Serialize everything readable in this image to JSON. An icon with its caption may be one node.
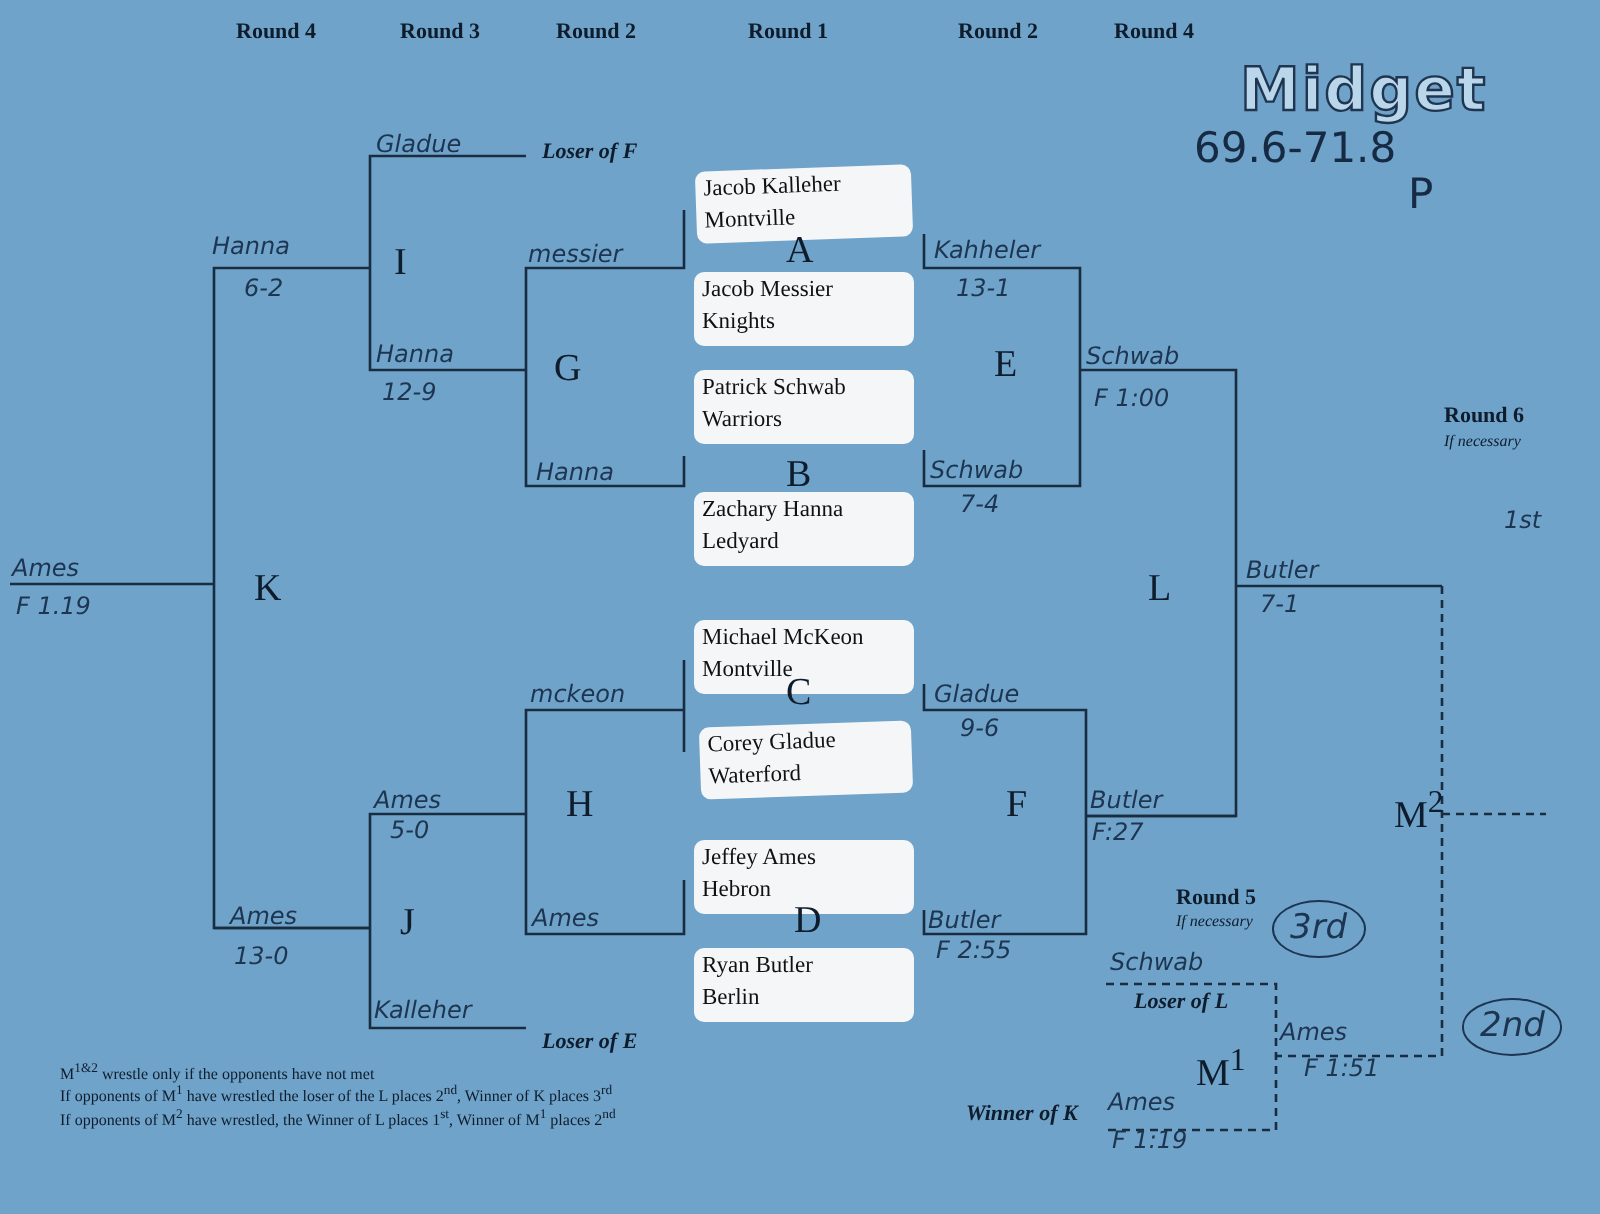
{
  "diagram": {
    "title": "Midget",
    "nodes": [
      {
        "text": [
          "Jacob Kalleher",
          "Montville"
        ]
      },
      {
        "text": [
          "Jacob Messier",
          "Knights"
        ]
      },
      {
        "text": [
          "Patrick Schwab",
          "Warriors"
        ]
      },
      {
        "text": [
          "Zachary Hanna",
          "Ledyard"
        ]
      },
      {
        "text": [
          "Michael McKeon",
          "Montville"
        ]
      },
      {
        "text": [
          "Corey Gladue",
          "Waterford"
        ]
      },
      {
        "text": [
          "Jeffey Ames",
          "Hebron"
        ]
      },
      {
        "text": [
          "Ryan Butler",
          "Berlin"
        ]
      }
    ],
    "labels": [
      "Round 4",
      "Round 3",
      "Round 2",
      "Round 1",
      "Round 2",
      "Round 4",
      "69.6-71.8",
      "P",
      "Gladue",
      "Loser of F",
      "Hanna",
      "6-2",
      "I",
      "messier",
      "A",
      "Kahheler",
      "13-1",
      "Hanna",
      "12-9",
      "G",
      "E",
      "Schwab",
      "F 1:00",
      "Round 6",
      "If necessary",
      "Hanna",
      "B",
      "Schwab",
      "7-4",
      "1st",
      "Ames",
      "F 1.19",
      "K",
      "L",
      "Butler",
      "7-1",
      "mckeon",
      "C",
      "Gladue",
      "9-6",
      "Ames",
      "5-0",
      "H",
      "F",
      "Butler",
      "F:27",
      "M$^{2}$",
      "Ames",
      "J",
      "Ames",
      "D",
      "Butler",
      "Round 5",
      "3rd",
      "If necessary",
      "13-0",
      "F 2:55",
      "Schwab",
      "Kalleher",
      "Loser of L",
      "2nd",
      "Loser of E",
      "Ames",
      "M$^{1&2}$ wrestle only if the opponents have not met",
      "M$^{1}$",
      "F 1:51",
      "If opponents of M$^{1}$ have wrestled the loser of the L places 2$^{nd}$, Winner of K places 3$^{rd}$",
      "Ames",
      "If opponents of M$^{2}$ have wrestled, the Winner of L places 1$^{st}$, Winner of M$^{1}$ places 2$^{nd}$",
      "Winner of K",
      "F 1:19"
    ]
  }
}
